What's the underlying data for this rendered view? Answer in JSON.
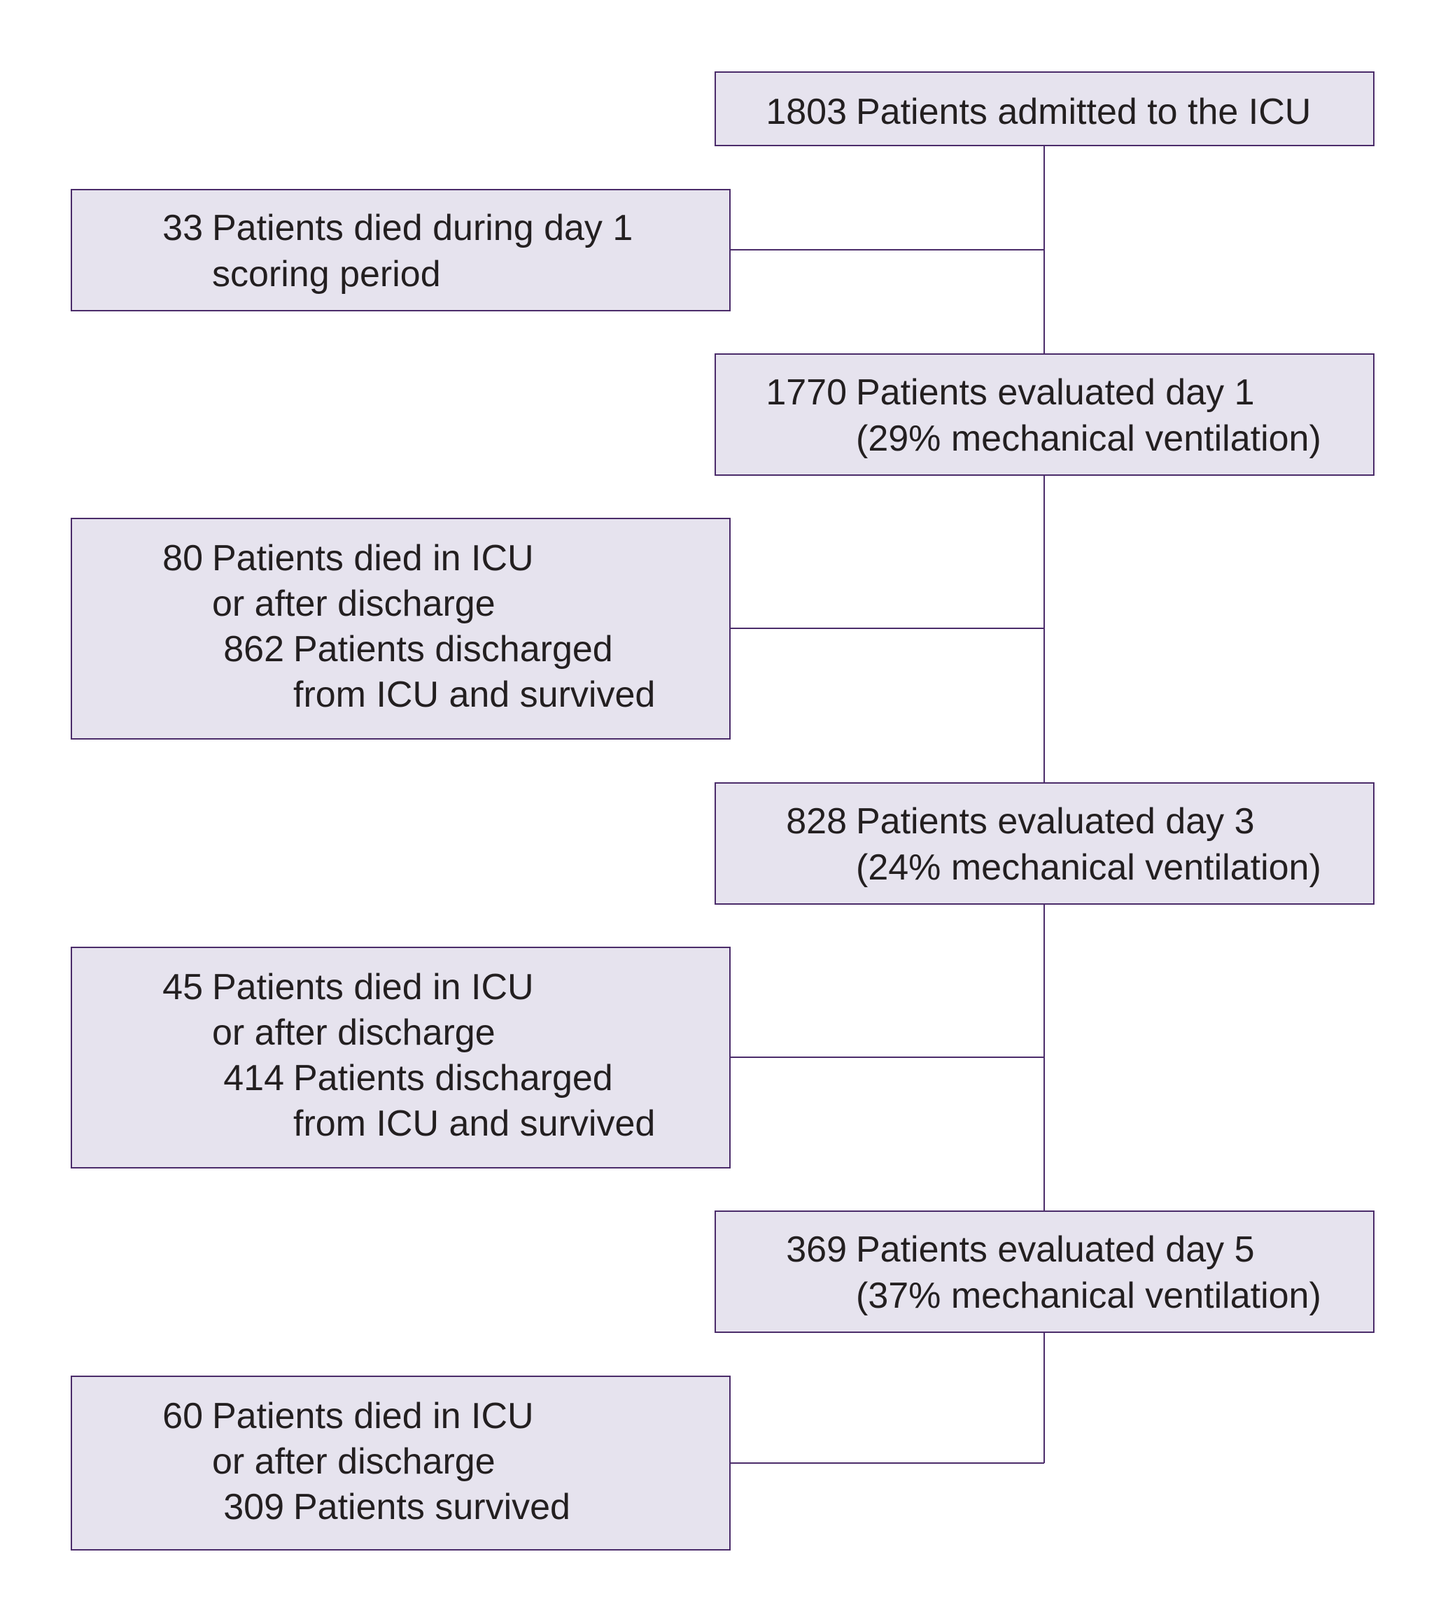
{
  "nodes": {
    "admitted": {
      "count": "1803",
      "text": "Patients admitted to the ICU"
    },
    "died_day1": {
      "count": "33",
      "text": "Patients died during day 1",
      "text2": "scoring period"
    },
    "eval_day1": {
      "count": "1770",
      "text": "Patients evaluated day 1",
      "text2": "(29% mechanical ventilation)"
    },
    "out_day1": {
      "count": "80",
      "text": "Patients died in ICU",
      "text2": "or after discharge",
      "count3": "862",
      "text3": "Patients discharged",
      "text4": "from ICU and survived"
    },
    "eval_day3": {
      "count": "828",
      "text": "Patients evaluated day 3",
      "text2": "(24% mechanical ventilation)"
    },
    "out_day3": {
      "count": "45",
      "text": "Patients died in ICU",
      "text2": "or after discharge",
      "count3": "414",
      "text3": "Patients discharged",
      "text4": "from ICU and survived"
    },
    "eval_day5": {
      "count": "369",
      "text": "Patients evaluated day 5",
      "text2": "(37% mechanical ventilation)"
    },
    "out_day5": {
      "count": "60",
      "text": "Patients died in ICU",
      "text2": "or after discharge",
      "count3": "309",
      "text3": "Patients survived"
    }
  },
  "colors": {
    "box_fill": "#e6e3ee",
    "box_border": "#4b2c6a",
    "text": "#231f20"
  }
}
